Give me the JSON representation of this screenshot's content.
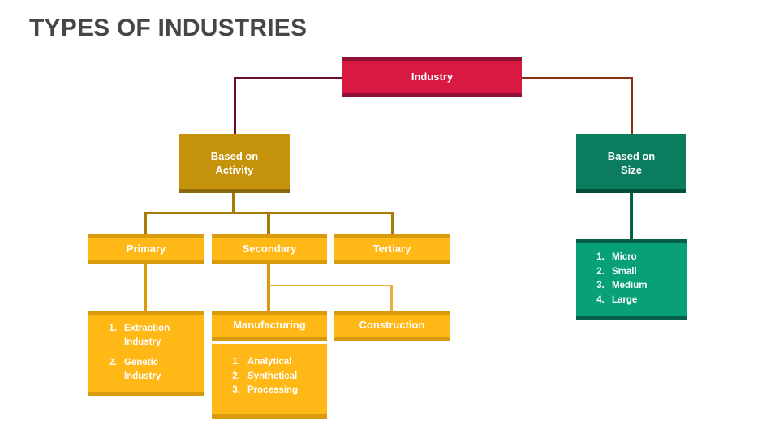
{
  "slide": {
    "title": "TYPES OF INDUSTRIES",
    "background": "#FFFFFF"
  },
  "colors": {
    "title_text": "#464646",
    "crimson": "#D81A43",
    "crimson_dark": "#8C1134",
    "dark_gold": "#C4930B",
    "dark_gold_shade": "#8A6708",
    "amber": "#FFB816",
    "amber_shade": "#D99A0B",
    "green": "#08A077",
    "green_shade": "#046047",
    "teal": "#0B7C5E",
    "teal_shade": "#03503A",
    "connector_maroon": "#6B0F26",
    "connector_brown": "#8A3112",
    "connector_gold": "#A67C07",
    "connector_amber": "#D99A0B"
  },
  "nodes": {
    "root": {
      "label": "Industry"
    },
    "based_on_activity": {
      "label": "Based on\nActivity"
    },
    "based_on_size": {
      "label": "Based on\nSize"
    },
    "primary": {
      "label": "Primary"
    },
    "secondary": {
      "label": "Secondary"
    },
    "tertiary": {
      "label": "Tertiary"
    },
    "manufacturing": {
      "label": "Manufacturing"
    },
    "construction": {
      "label": "Construction"
    }
  },
  "lists": {
    "size_categories": [
      "Micro",
      "Small",
      "Medium",
      "Large"
    ],
    "primary_items": [
      "Extraction Industry",
      "Genetic Industry"
    ],
    "manufacturing_items": [
      "Analytical",
      "Synthetical",
      "Processing"
    ]
  }
}
